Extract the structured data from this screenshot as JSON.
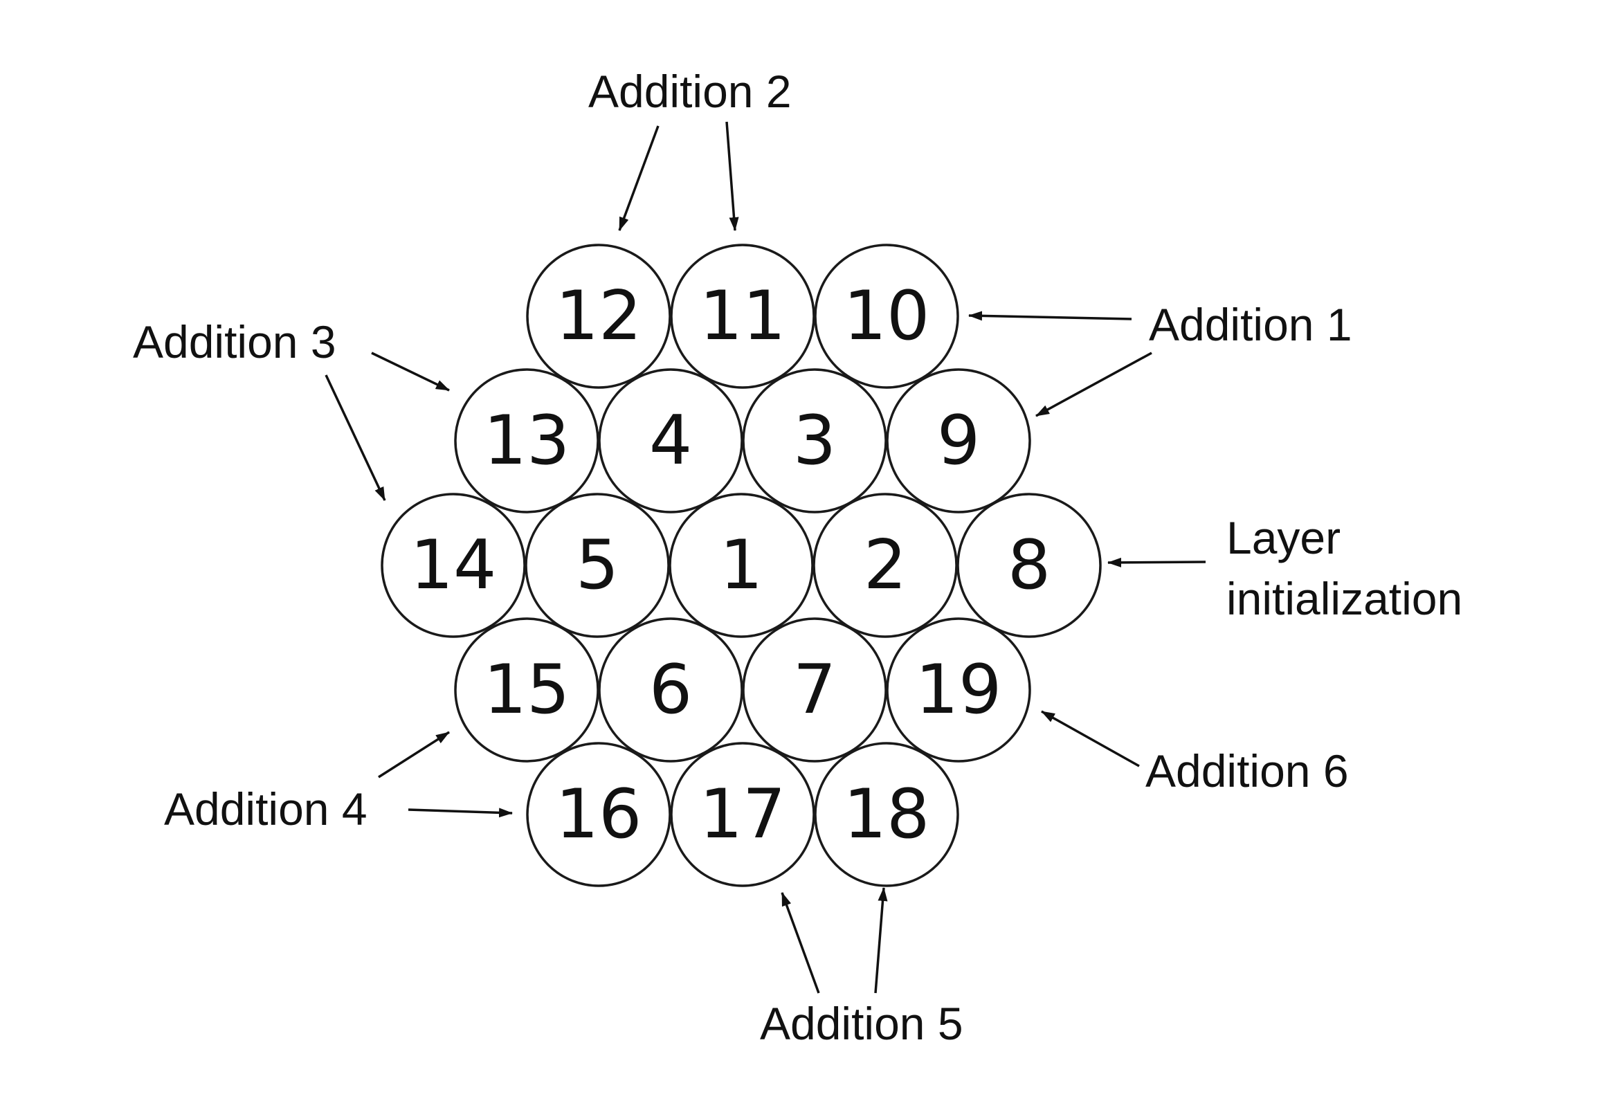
{
  "circles": [
    {
      "label": "1"
    },
    {
      "label": "2"
    },
    {
      "label": "3"
    },
    {
      "label": "4"
    },
    {
      "label": "5"
    },
    {
      "label": "6"
    },
    {
      "label": "7"
    },
    {
      "label": "8"
    },
    {
      "label": "9"
    },
    {
      "label": "10"
    },
    {
      "label": "11"
    },
    {
      "label": "12"
    },
    {
      "label": "13"
    },
    {
      "label": "14"
    },
    {
      "label": "15"
    },
    {
      "label": "16"
    },
    {
      "label": "17"
    },
    {
      "label": "18"
    },
    {
      "label": "19"
    }
  ],
  "annotations": {
    "addition_1": "Addition 1",
    "addition_2": "Addition 2",
    "addition_3": "Addition 3",
    "addition_4": "Addition 4",
    "addition_5": "Addition 5",
    "addition_6": "Addition 6",
    "layer_init_line1": "Layer",
    "layer_init_line2": "initialization"
  },
  "colors": {
    "stroke": "#1a1a1a",
    "fill": "#ffffff",
    "text": "#111111"
  }
}
